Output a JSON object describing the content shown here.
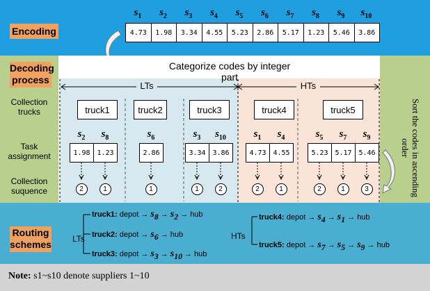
{
  "sections": {
    "encoding": "Encoding",
    "decoding": "Decoding process",
    "routing": "Routing schemes"
  },
  "encoding": {
    "symbols": [
      "s1",
      "s2",
      "s3",
      "s4",
      "s5",
      "s6",
      "s7",
      "s8",
      "s9",
      "s10"
    ],
    "values": [
      "4.73",
      "1.98",
      "3.34",
      "4.55",
      "5.23",
      "2.86",
      "5.17",
      "1.23",
      "5.46",
      "3.86"
    ]
  },
  "decoding": {
    "categorize": "Categorize codes by integer part",
    "lts": "LTs",
    "hts": "HTs",
    "row_trucks": "Collection trucks",
    "row_tasks": "Task assignment",
    "row_sequence": "Collection suquence",
    "sort_note": "Sort the codes in ascending order",
    "trucks": [
      {
        "name": "truck1",
        "symbols": [
          "s2",
          "s8"
        ],
        "values": [
          "1.98",
          "1.23"
        ],
        "sequence": [
          "2",
          "1"
        ]
      },
      {
        "name": "truck2",
        "symbols": [
          "s6"
        ],
        "values": [
          "2.86"
        ],
        "sequence": [
          "1"
        ]
      },
      {
        "name": "truck3",
        "symbols": [
          "s3",
          "s10"
        ],
        "values": [
          "3.34",
          "3.86"
        ],
        "sequence": [
          "1",
          "2"
        ]
      },
      {
        "name": "truck4",
        "symbols": [
          "s1",
          "s4"
        ],
        "values": [
          "4.73",
          "4.55"
        ],
        "sequence": [
          "2",
          "1"
        ]
      },
      {
        "name": "truck5",
        "symbols": [
          "s5",
          "s7",
          "s9"
        ],
        "values": [
          "5.23",
          "5.17",
          "5.46"
        ],
        "sequence": [
          "2",
          "1",
          "3"
        ]
      }
    ]
  },
  "routing": {
    "lts": "LTs",
    "hts": "HTs",
    "depot": "depot",
    "hub": "hub",
    "routes": [
      {
        "truck": "truck1:",
        "stops": [
          "s8",
          "s2"
        ]
      },
      {
        "truck": "truck2:",
        "stops": [
          "s6"
        ]
      },
      {
        "truck": "truck3:",
        "stops": [
          "s3",
          "s10"
        ]
      },
      {
        "truck": "truck4:",
        "stops": [
          "s4",
          "s1"
        ]
      },
      {
        "truck": "truck5:",
        "stops": [
          "s7",
          "s5",
          "s9"
        ]
      }
    ]
  },
  "note": {
    "label": "Note:",
    "text": "s1~s10 denote suppliers 1~10"
  }
}
